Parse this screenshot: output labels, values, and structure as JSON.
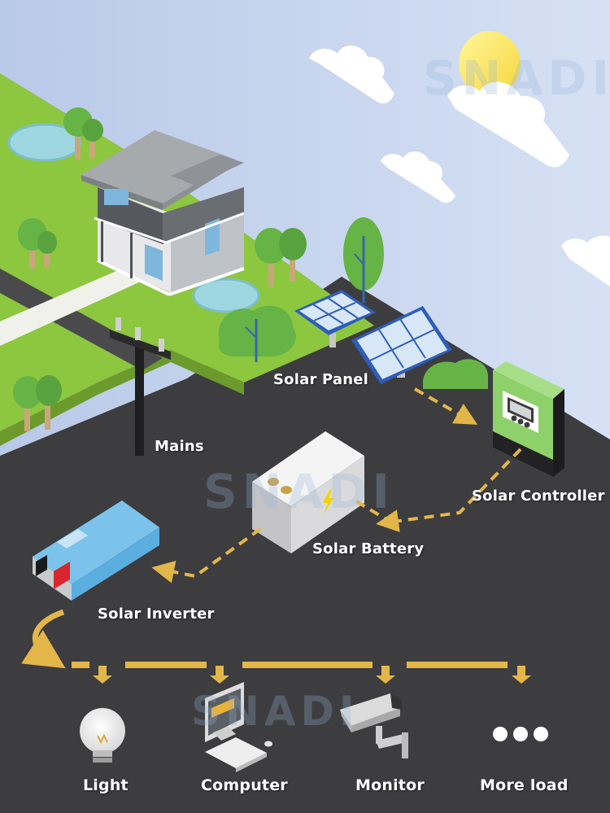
{
  "watermark": "SNADI",
  "colors": {
    "sky": "#c4d3ee",
    "grass": "#8dc63f",
    "ground": "#3d3d3f",
    "flow": "#e3b64a",
    "controller": "#8ed16b",
    "inverter": "#5aaee0"
  },
  "components": {
    "solar_panel": "Solar Panel",
    "mains": "Mains",
    "solar_controller": "Solar Controller",
    "solar_battery": "Solar Battery",
    "solar_inverter": "Solar Inverter"
  },
  "loads": [
    {
      "label": "Light",
      "icon": "light-bulb-icon"
    },
    {
      "label": "Computer",
      "icon": "computer-icon"
    },
    {
      "label": "Monitor",
      "icon": "cctv-camera-icon"
    },
    {
      "label": "More load",
      "icon": "more-dots-icon"
    }
  ]
}
